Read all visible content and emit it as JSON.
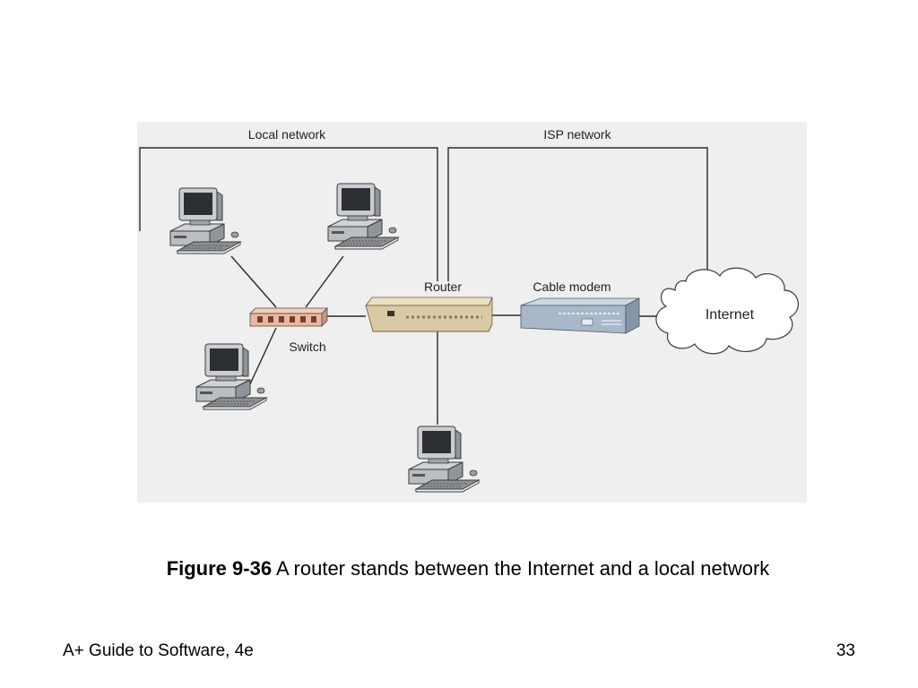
{
  "diagram": {
    "labels": {
      "local_network": "Local network",
      "isp_network": "ISP network",
      "router": "Router",
      "cable_modem": "Cable modem",
      "switch": "Switch",
      "internet": "Internet"
    },
    "nodes": [
      "pc-top-left",
      "pc-top-right",
      "pc-bottom-left",
      "switch",
      "router",
      "pc-bottom",
      "cable-modem",
      "internet-cloud"
    ],
    "edges": [
      [
        "pc-top-left",
        "switch"
      ],
      [
        "pc-top-right",
        "switch"
      ],
      [
        "pc-bottom-left",
        "switch"
      ],
      [
        "switch",
        "router"
      ],
      [
        "router",
        "pc-bottom"
      ],
      [
        "router",
        "cable-modem"
      ],
      [
        "cable-modem",
        "internet-cloud"
      ]
    ]
  },
  "caption": {
    "figure_number": "Figure 9-36",
    "text": " A router stands between the Internet and a local network"
  },
  "footer": {
    "title": "A+ Guide to Software, 4e",
    "page": "33"
  },
  "colors": {
    "figure_background": "#efefef",
    "switch_body": "#e8b8a4",
    "router_body": "#d9c9a4",
    "modem_body": "#a9b8c9",
    "cloud_fill": "#ffffff"
  }
}
